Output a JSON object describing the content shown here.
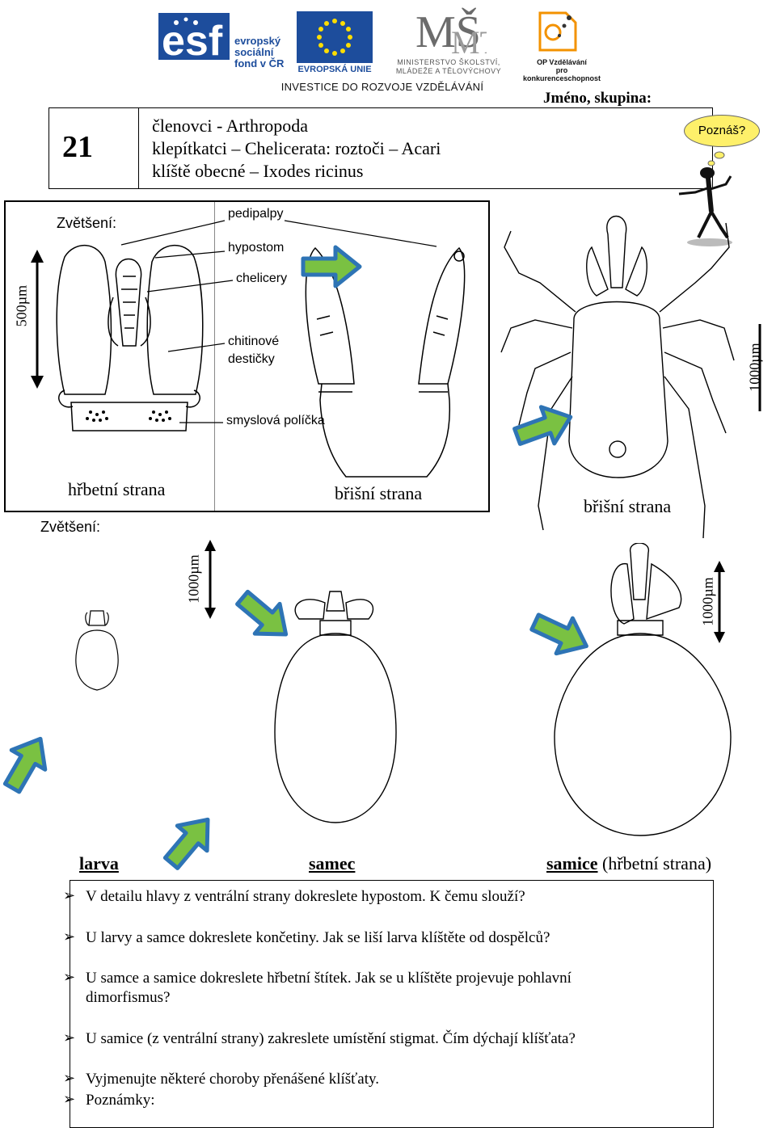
{
  "header": {
    "esf_text": [
      "evropský",
      "sociální",
      "fond v ČR"
    ],
    "eu_label": "EVROPSKÁ UNIE",
    "msmt_text": [
      "MINISTERSTVO ŠKOLSTVÍ,",
      "MLÁDEŽE A TĚLOVÝCHOVY"
    ],
    "op_text": [
      "OP Vzdělávání",
      "pro konkurenceschopnost"
    ],
    "investice": "INVESTICE DO ROZVOJE VZDĚLÁVÁNÍ"
  },
  "title_box": {
    "number": "21",
    "line1": "členovci - Arthropoda",
    "line2": "klepítkatci – Chelicerata: roztoči – Acari",
    "line3": "klíště obecné – Ixodes ricinus",
    "name_group_label": "Jméno, skupina:"
  },
  "cloud": {
    "text": "Poznáš?"
  },
  "figure_top": {
    "zoom_label": "Zvětšení:",
    "scale_left": "500µm",
    "scale_right": "1000µm",
    "labels": {
      "pedipalpy": "pedipalpy",
      "hypostom": "hypostom",
      "chelicery": "chelicery",
      "chitinove": "chitinové",
      "desticky": "destičky",
      "smyslova": "smyslová políčka"
    },
    "caption_dorsal": "hřbetní strana",
    "caption_ventral": "břišní strana",
    "caption_ventral_right": "břišní strana"
  },
  "figure_bottom": {
    "zoom_label": "Zvětšení:",
    "scale_left": "1000µm",
    "scale_right": "1000µm",
    "caption_larva": "larva",
    "caption_male": "samec",
    "caption_female": "samice",
    "caption_female_suffix": "(hřbetní strana)"
  },
  "questions": [
    "V detailu hlavy z ventrální strany dokreslete hypostom. K čemu slouží?",
    "U larvy a samce dokreslete končetiny. Jak se liší larva klíštěte od dospělců?",
    "U samce a samice dokreslete hřbetní štítek. Jak se u klíštěte projevuje pohlavní",
    "dimorfismus?",
    "U samice (z ventrální strany) zakreslete umístění stigmat. Čím dýchají klíšťata?",
    "Vyjmenujte některé choroby přenášené klíšťaty.",
    "Poznámky:"
  ],
  "colors": {
    "arrow_green": "#7ac142",
    "arrow_blue": "#2e74b5",
    "cloud_yellow": "#fef06a",
    "brand_blue": "#1d4d9c"
  }
}
